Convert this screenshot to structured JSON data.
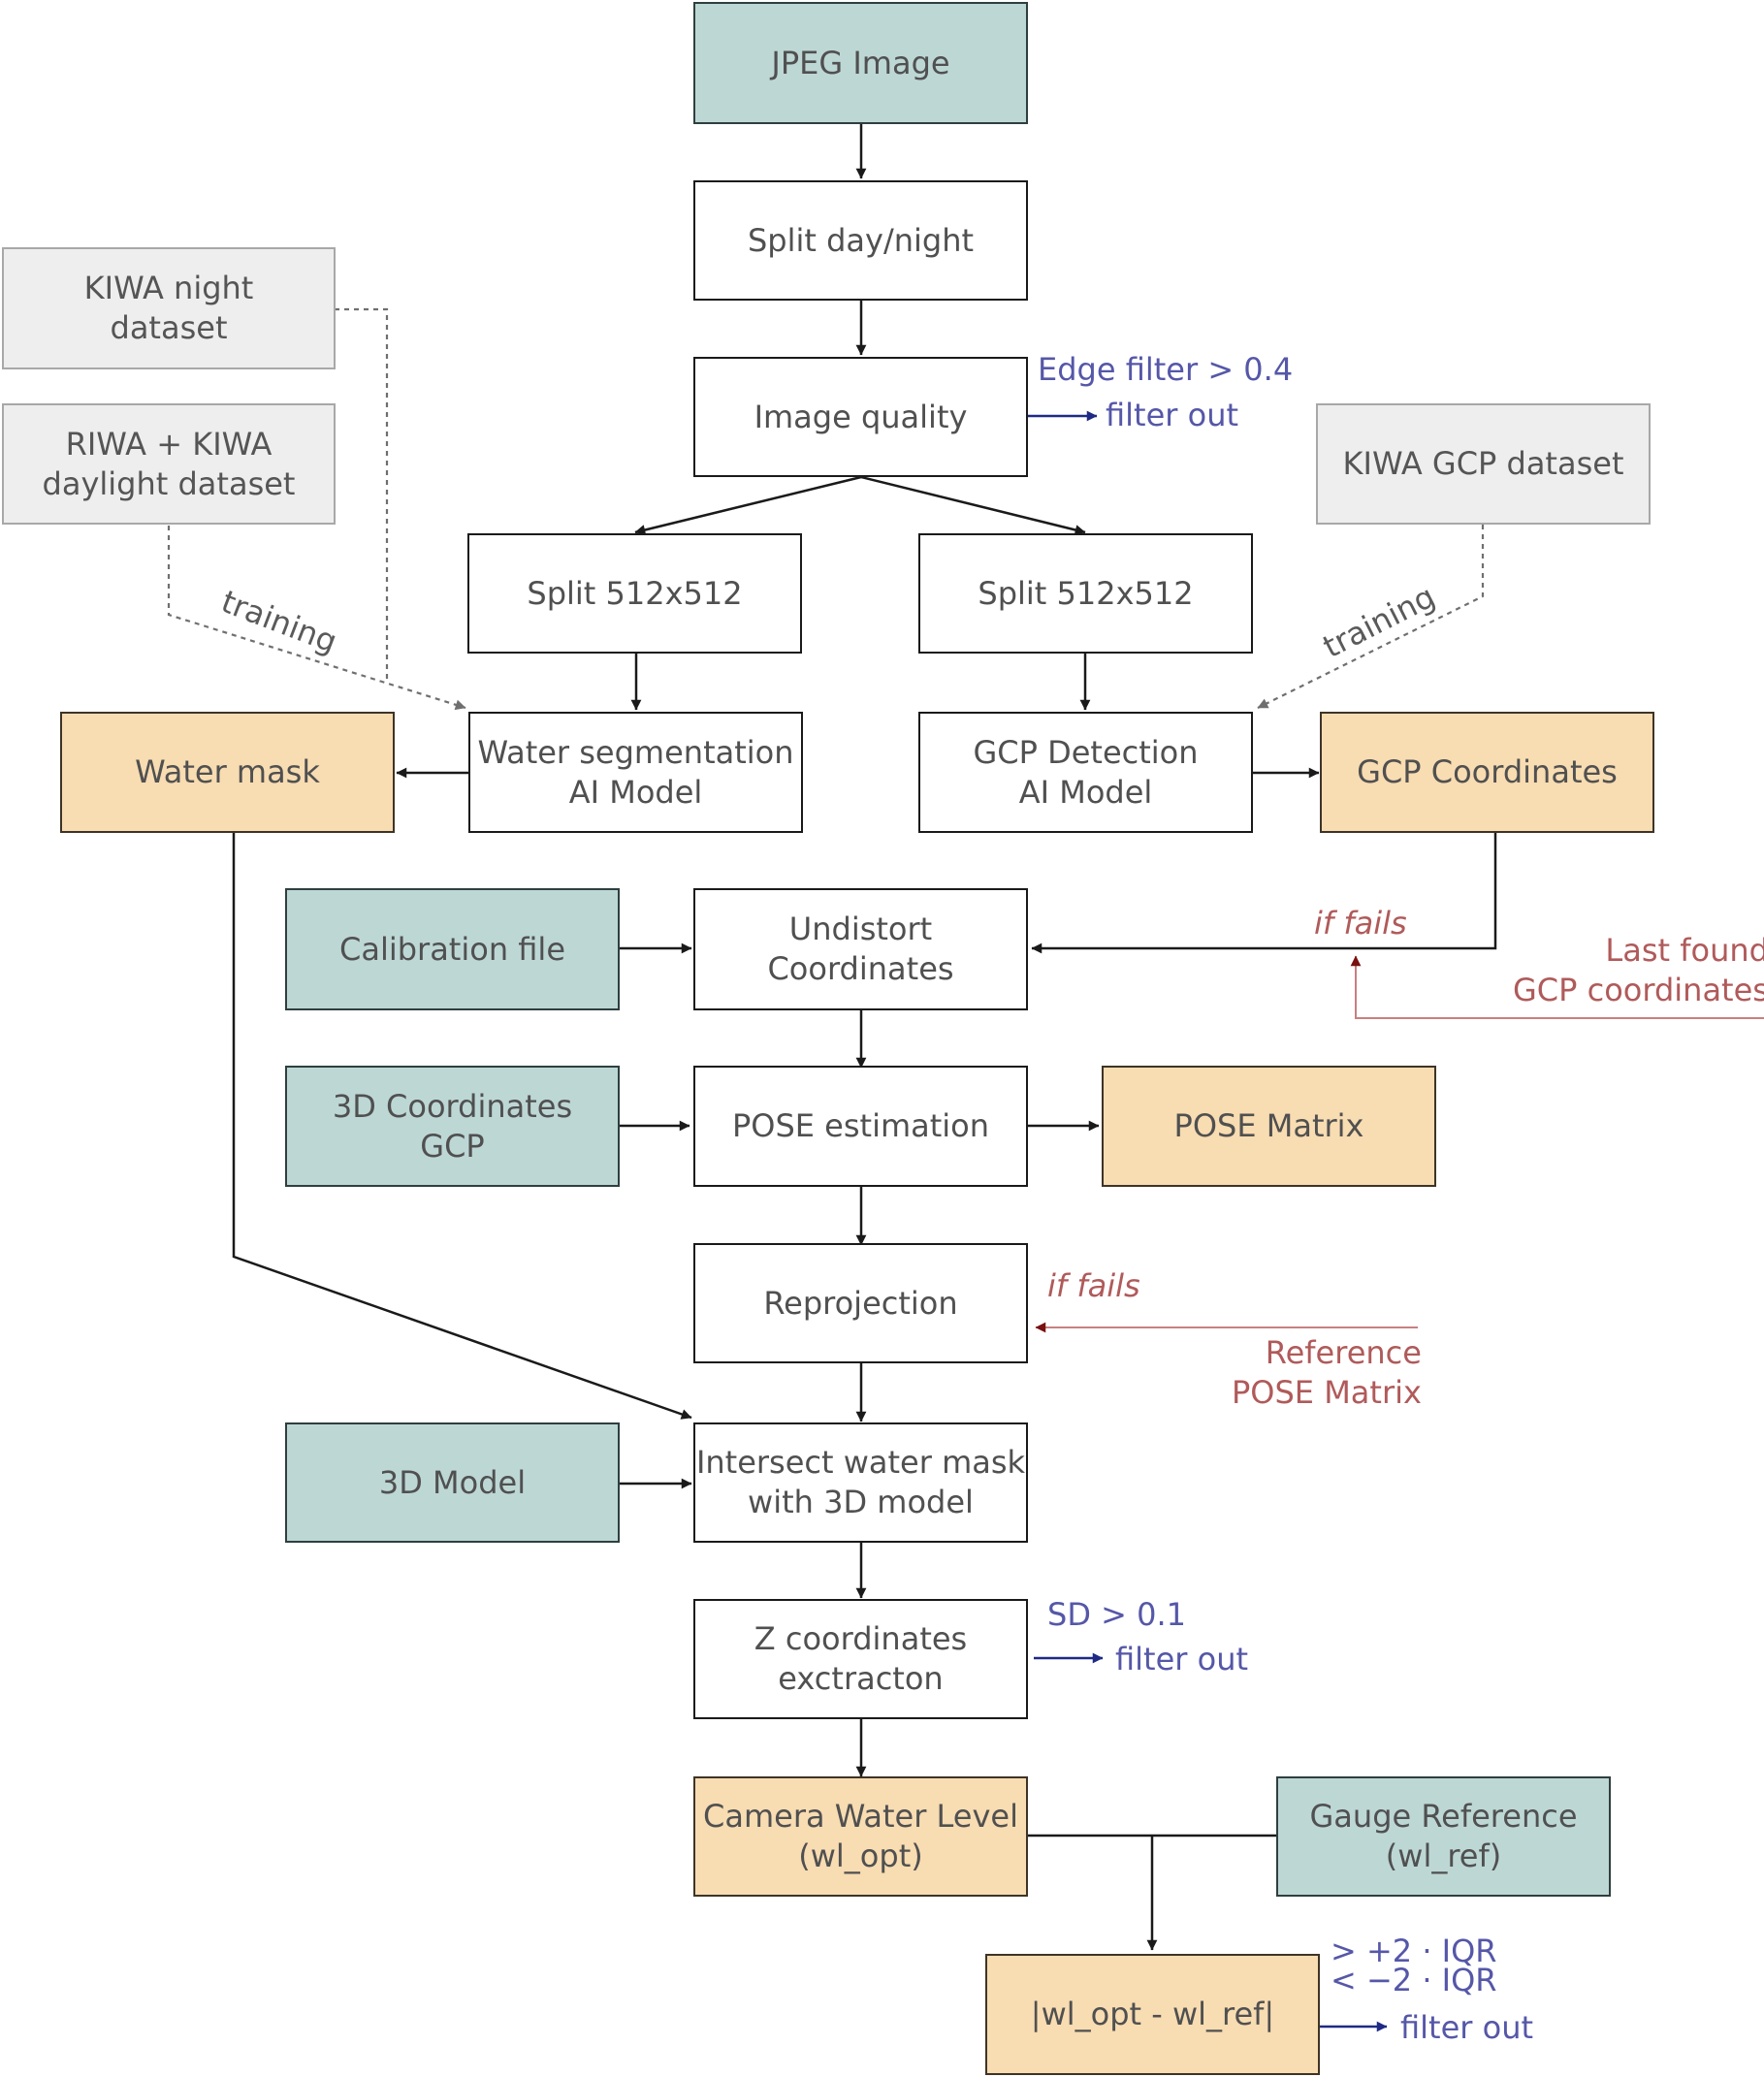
{
  "nodes": {
    "jpeg_image": "JPEG Image",
    "split_day_night": "Split day/night",
    "image_quality": "Image quality",
    "split_left": "Split 512x512",
    "split_right": "Split 512x512",
    "water_seg": [
      "Water segmentation",
      "AI Model"
    ],
    "gcp_detection": [
      "GCP Detection",
      "AI Model"
    ],
    "water_mask": "Water mask",
    "gcp_coordinates": "GCP Coordinates",
    "kiwa_night": [
      "KIWA night",
      "dataset"
    ],
    "riwa_kiwa_day": [
      "RIWA + KIWA",
      "daylight dataset"
    ],
    "kiwa_gcp": "KIWA GCP dataset",
    "calibration_file": "Calibration file",
    "undistort": [
      "Undistort",
      "Coordinates"
    ],
    "coords_3d_gcp": [
      "3D Coordinates",
      "GCP"
    ],
    "pose_estimation": "POSE estimation",
    "pose_matrix": "POSE Matrix",
    "reprojection": "Reprojection",
    "model_3d": "3D Model",
    "intersect": [
      "Intersect water mask",
      "with 3D model"
    ],
    "z_coords": [
      "Z coordinates",
      "exctracton"
    ],
    "camera_wl": [
      "Camera Water Level",
      "(wl_opt)"
    ],
    "gauge_ref": [
      "Gauge Reference",
      "(wl_ref)"
    ],
    "abs_diff": "|wl_opt - wl_ref|"
  },
  "annotations": {
    "edge_filter": "Edge filter > 0.4",
    "filter_out_1": "filter out",
    "training_left": "training",
    "training_right": "training",
    "if_fails_1": "if fails",
    "last_found": [
      "Last found",
      "GCP coordinates"
    ],
    "if_fails_2": "if fails",
    "reference_pose": [
      "Reference",
      "POSE Matrix"
    ],
    "sd": "SD > 0.1",
    "filter_out_2": "filter out",
    "iqr_plus": "> +2 · IQR",
    "iqr_minus": "< −2 · IQR",
    "filter_out_3": "filter out"
  },
  "colors": {
    "line": "#1a1a1a",
    "filter_arrow": "#1f2a85",
    "fallback_arrow": "#7a1010",
    "fallback_line": "#c88080",
    "training_line": "#6f6f6f",
    "teal_fill": "#bdd7d5",
    "orange_fill": "#f8dcb2",
    "grey_fill": "#eeeeee"
  }
}
